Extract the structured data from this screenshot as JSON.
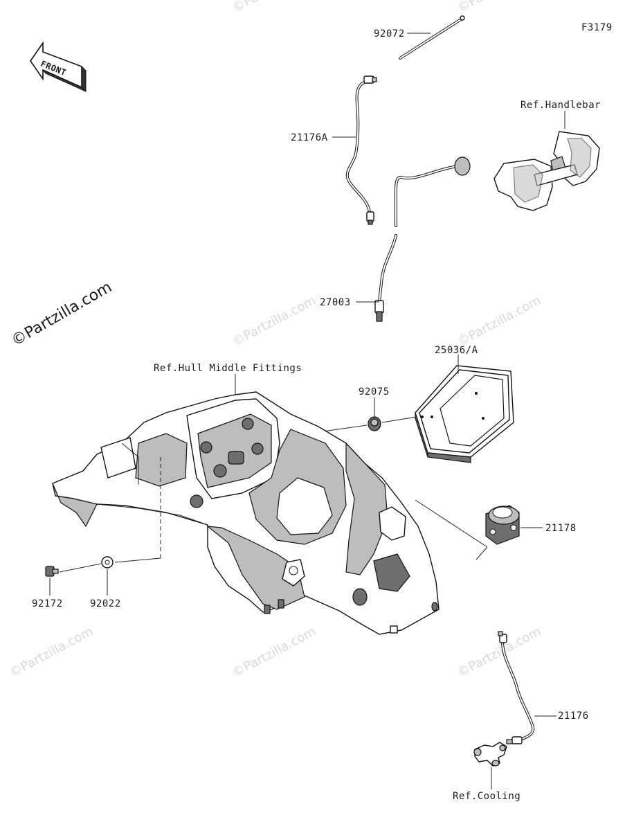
{
  "figure_code": "F3179",
  "front_label": "FRONT",
  "watermark_text": "©Partzilla.com",
  "parts": {
    "p92072": "92072",
    "p21176A": "21176A",
    "p27003": "27003",
    "p25036A": "25036/A",
    "p92075": "92075",
    "p21178": "21178",
    "p92172": "92172",
    "p92022": "92022",
    "p21176": "21176"
  },
  "refs": {
    "handlebar": "Ref.Handlebar",
    "hull": "Ref.Hull Middle Fittings",
    "cooling": "Ref.Cooling"
  },
  "colors": {
    "line": "#111111",
    "watermark": "#d9d9d9",
    "fill_gray": "#bdbdbd"
  }
}
